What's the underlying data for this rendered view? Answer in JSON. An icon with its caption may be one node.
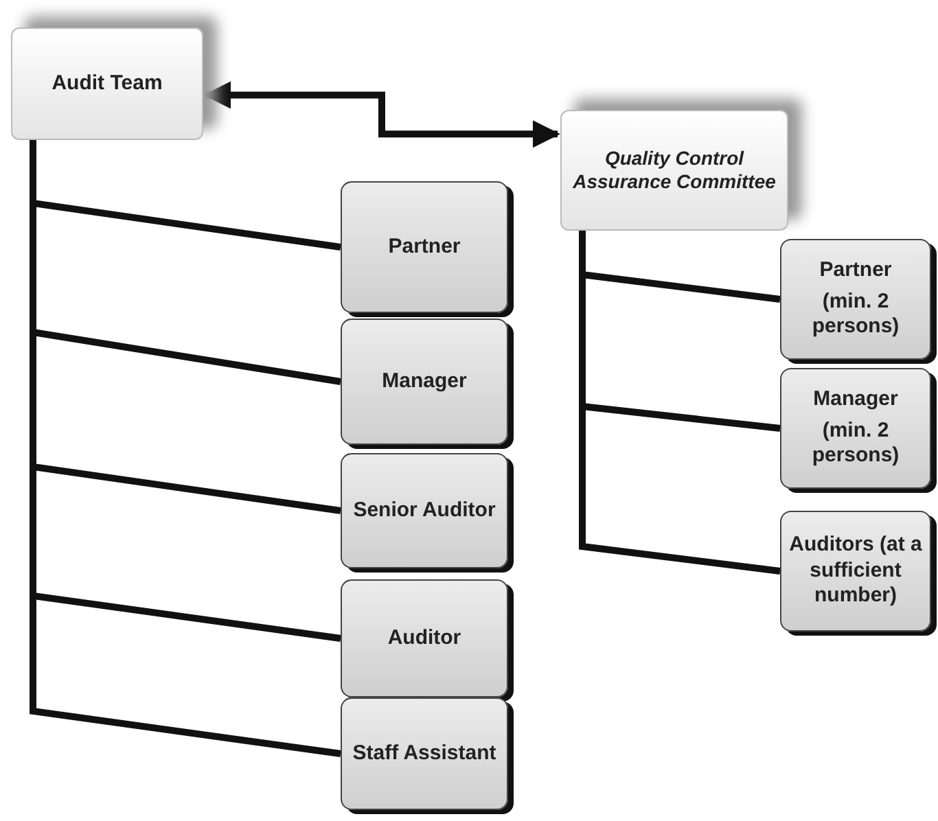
{
  "diagram": {
    "nodes": [
      {
        "text": [
          "Audit Team"
        ]
      },
      {
        "text": [
          "Partner"
        ]
      },
      {
        "text": [
          "Manager"
        ]
      },
      {
        "text": [
          "Senior Auditor"
        ]
      },
      {
        "text": [
          "Auditor"
        ]
      },
      {
        "text": [
          "Staff Assistant"
        ]
      },
      {
        "text": [
          "Quality Control Assurance Committee"
        ]
      },
      {
        "text": [
          "Partner",
          "(min. 2 persons)"
        ]
      },
      {
        "text": [
          "Manager",
          "(min. 2 persons)"
        ]
      },
      {
        "text": [
          "Auditors (at a sufficient number)"
        ]
      }
    ],
    "edges": [
      {
        "from": 0,
        "to": 6,
        "arrow": "both"
      },
      {
        "from": 0,
        "to": 1,
        "arrow": "none"
      },
      {
        "from": 0,
        "to": 2,
        "arrow": "none"
      },
      {
        "from": 0,
        "to": 3,
        "arrow": "none"
      },
      {
        "from": 0,
        "to": 4,
        "arrow": "none"
      },
      {
        "from": 0,
        "to": 5,
        "arrow": "none"
      },
      {
        "from": 6,
        "to": 7,
        "arrow": "none"
      },
      {
        "from": 6,
        "to": 8,
        "arrow": "none"
      },
      {
        "from": 6,
        "to": 9,
        "arrow": "none"
      }
    ]
  }
}
